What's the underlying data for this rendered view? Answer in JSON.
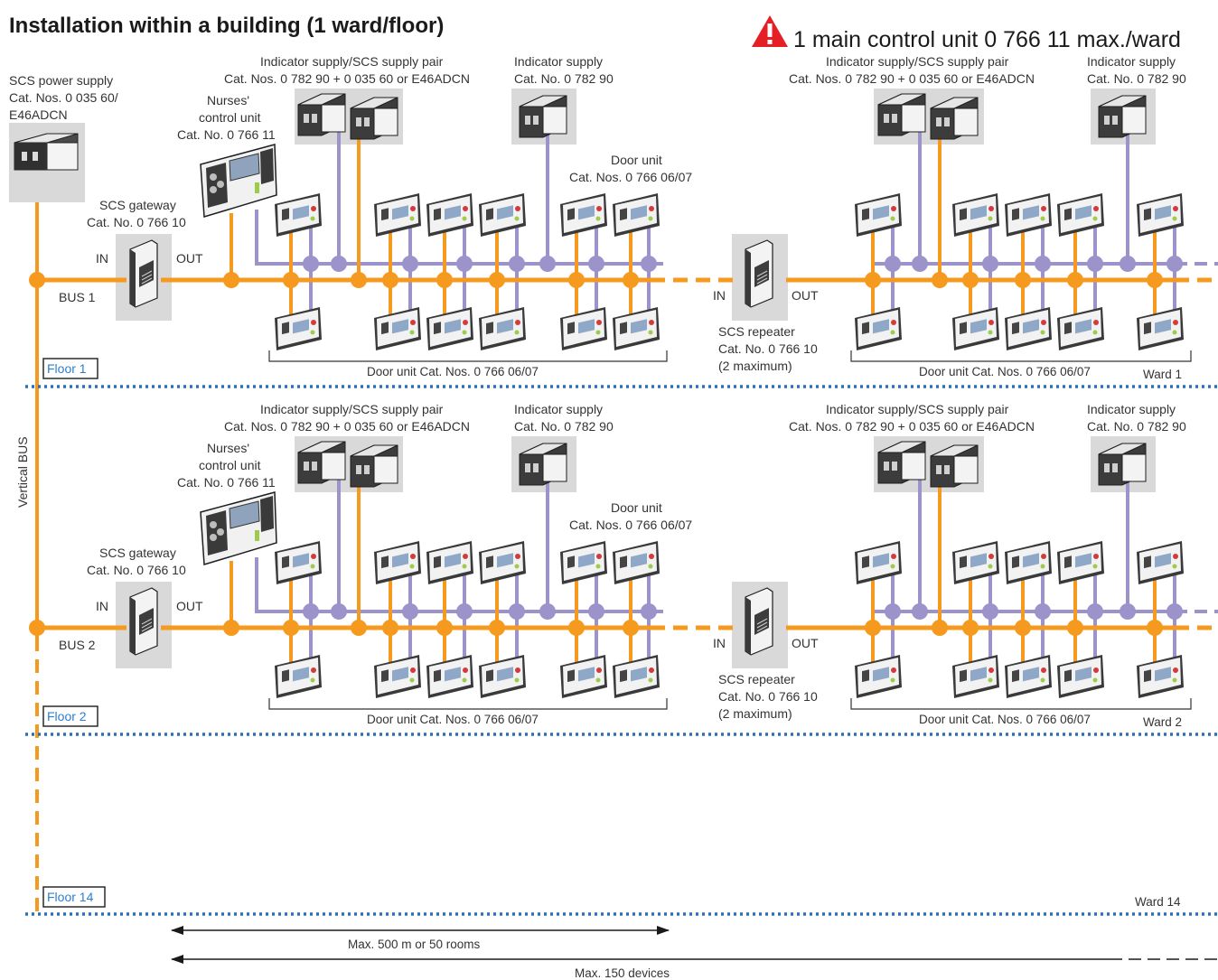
{
  "title": "Installation within a building (1 ward/floor)",
  "warning": {
    "icon": "warning-triangle-icon",
    "text": "1 main control unit 0 766 11 max./ward",
    "color": "#e41f26"
  },
  "colors": {
    "bus_orange": "#f59a1e",
    "indicator_purple": "#9b93c9",
    "floor_line_blue": "#2a6fb6",
    "device_box": "#d9d9d9"
  },
  "power_supply": {
    "line1": "SCS power supply",
    "line2": "Cat. Nos. 0 035 60/",
    "line3": "E46ADCN"
  },
  "vertical_bus": "Vertical BUS",
  "floors": [
    {
      "floor_label": "Floor 1",
      "bus_label": "BUS 1",
      "ward_label": "Ward 1",
      "gateway": {
        "line1": "SCS gateway",
        "line2": "Cat. No. 0 766 10",
        "in": "IN",
        "out": "OUT"
      },
      "nurses_unit": {
        "line1": "Nurses'",
        "line2": "control unit",
        "line3": "Cat. No. 0 766 11"
      },
      "pair_left": {
        "line1": "Indicator supply/SCS supply pair",
        "line2": "Cat. Nos. 0 782 90 + 0 035 60 or E46ADCN"
      },
      "ind_left": {
        "line1": "Indicator supply",
        "line2": "Cat. No. 0 782 90"
      },
      "door_unit": {
        "line1": "Door unit",
        "line2": "Cat. Nos. 0 766 06/07"
      },
      "repeater": {
        "line1": "SCS repeater",
        "line2": "Cat. No. 0 766 10",
        "line3": "(2 maximum)",
        "in": "IN",
        "out": "OUT"
      },
      "pair_right": {
        "line1": "Indicator supply/SCS supply pair",
        "line2": "Cat. Nos. 0 782 90 + 0 035 60 or E46ADCN"
      },
      "ind_right": {
        "line1": "Indicator supply",
        "line2": "Cat. No. 0 782 90"
      },
      "doors_left_caption": "Door unit Cat. Nos. 0 766 06/07",
      "doors_right_caption": "Door unit Cat. Nos. 0 766 06/07"
    },
    {
      "floor_label": "Floor 2",
      "bus_label": "BUS 2",
      "ward_label": "Ward 2",
      "gateway": {
        "line1": "SCS gateway",
        "line2": "Cat. No. 0 766 10",
        "in": "IN",
        "out": "OUT"
      },
      "nurses_unit": {
        "line1": "Nurses'",
        "line2": "control unit",
        "line3": "Cat. No. 0 766 11"
      },
      "pair_left": {
        "line1": "Indicator supply/SCS supply pair",
        "line2": "Cat. Nos. 0 782 90 + 0 035 60 or E46ADCN"
      },
      "ind_left": {
        "line1": "Indicator supply",
        "line2": "Cat. No. 0 782 90"
      },
      "door_unit": {
        "line1": "Door unit",
        "line2": "Cat. Nos. 0 766 06/07"
      },
      "repeater": {
        "line1": "SCS repeater",
        "line2": "Cat. No. 0 766 10",
        "line3": "(2 maximum)",
        "in": "IN",
        "out": "OUT"
      },
      "pair_right": {
        "line1": "Indicator supply/SCS supply pair",
        "line2": "Cat. Nos. 0 782 90 + 0 035 60 or E46ADCN"
      },
      "ind_right": {
        "line1": "Indicator supply",
        "line2": "Cat. No. 0 782 90"
      },
      "doors_left_caption": "Door unit Cat. Nos. 0 766 06/07",
      "doors_right_caption": "Door unit Cat. Nos. 0 766 06/07"
    }
  ],
  "floor14": {
    "floor_label": "Floor 14",
    "ward_label": "Ward 14"
  },
  "limits": {
    "length": "Max. 500 m or 50 rooms",
    "devices": "Max. 150 devices"
  }
}
